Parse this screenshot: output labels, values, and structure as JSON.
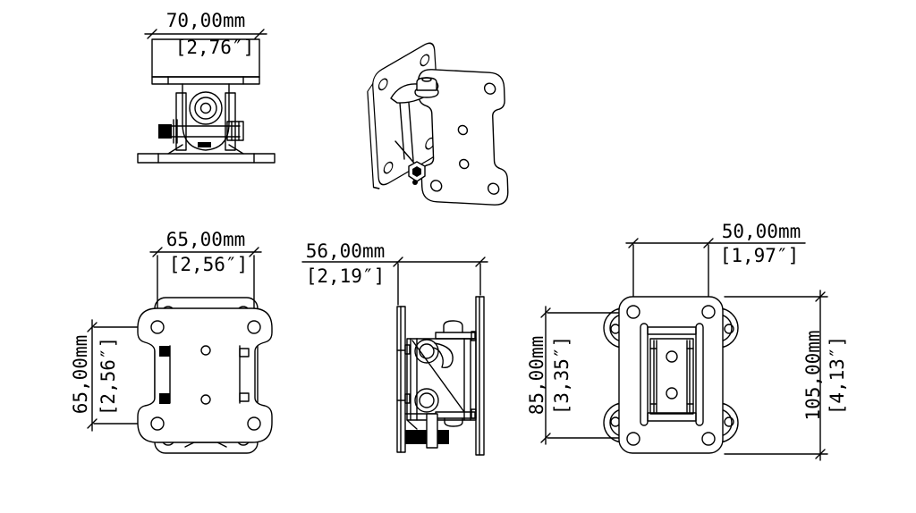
{
  "meta": {
    "background": "#ffffff",
    "line_color": "#000000",
    "text_color": "#000000",
    "drawing_type": "wall-mount-bracket-multiview"
  },
  "dimensions": {
    "top_width": {
      "mm": "70,00mm",
      "inch": "[2,76″]"
    },
    "front_width": {
      "mm": "65,00mm",
      "inch": "[2,56″]"
    },
    "front_height": {
      "mm": "65,00mm",
      "inch": "[2,56″]"
    },
    "side_depth": {
      "mm": "56,00mm",
      "inch": "[2,19″]"
    },
    "back_hole_spacing": {
      "mm": "50,00mm",
      "inch": "[1,97″]"
    },
    "back_hole_height": {
      "mm": "85,00mm",
      "inch": "[3,35″]"
    },
    "back_total_height": {
      "mm": "105,00mm",
      "inch": "[4,13″]"
    }
  }
}
